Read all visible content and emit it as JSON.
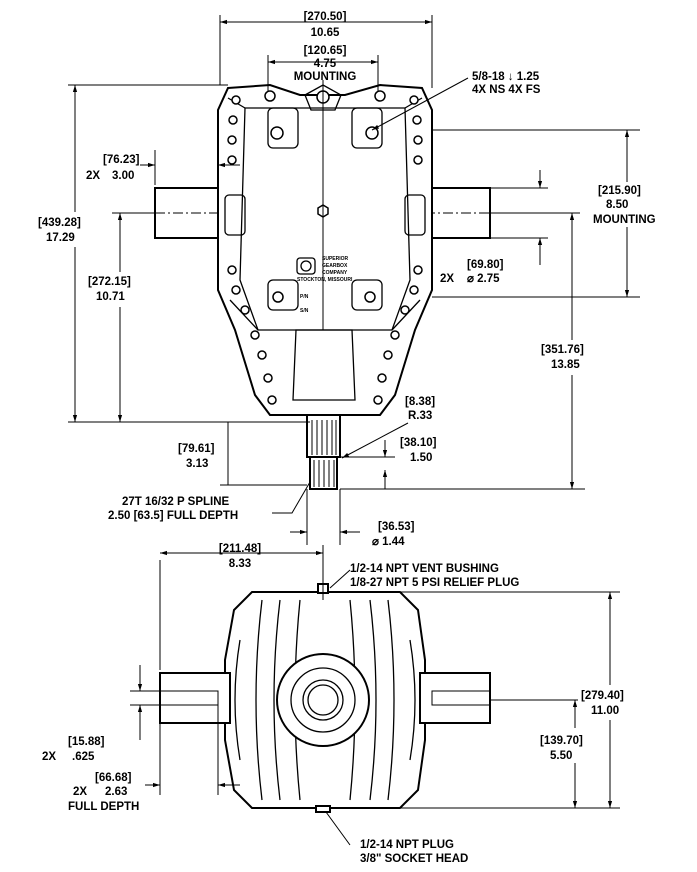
{
  "drawing": {
    "top_view": {
      "overall_width": {
        "metric": "[270.50]",
        "imperial": "10.65"
      },
      "mounting_width": {
        "metric": "[120.65]",
        "imperial": "4.75",
        "label": "MOUNTING"
      },
      "tapped_holes": {
        "line1": "5/8-18  ↓ 1.25",
        "line2": "4X NS  4X FS"
      },
      "shaft_offset": {
        "qty": "2X",
        "metric": "[76.23]",
        "imperial": "3.00"
      },
      "overall_height": {
        "metric": "[439.28]",
        "imperial": "17.29"
      },
      "shaft_height": {
        "metric": "[272.15]",
        "imperial": "10.71"
      },
      "mounting_height": {
        "metric": "[215.90]",
        "imperial": "8.50",
        "label": "MOUNTING"
      },
      "shaft_diameter": {
        "qty": "2X",
        "metric": "[69.80]",
        "imperial": "⌀ 2.75"
      },
      "output_height": {
        "metric": "[351.76]",
        "imperial": "13.85"
      },
      "radius": {
        "metric": "[8.38]",
        "imperial": "R.33"
      },
      "spline_length": {
        "metric": "[79.61]",
        "imperial": "3.13"
      },
      "step_length": {
        "metric": "[38.10]",
        "imperial": "1.50"
      },
      "spline_note": {
        "line1": "27T 16/32 P SPLINE",
        "line2": "2.50 [63.5] FULL DEPTH"
      },
      "output_diameter": {
        "metric": "[36.53]",
        "imperial": "⌀ 1.44"
      },
      "nameplate": {
        "line1": "SUPERIOR",
        "line2": "GEARBOX",
        "line3": "COMPANY",
        "line4": "STOCKTON, MISSOURI",
        "pn": "P/N",
        "sn": "S/N"
      }
    },
    "bottom_view": {
      "half_width": {
        "metric": "[211.48]",
        "imperial": "8.33"
      },
      "vent_note": {
        "line1": "1/2-14 NPT VENT BUSHING",
        "line2": "1/8-27 NPT 5 PSI RELIEF PLUG"
      },
      "key_width": {
        "qty": "2X",
        "metric": "[15.88]",
        "imperial": ".625"
      },
      "key_depth": {
        "qty": "2X",
        "metric": "[66.68]",
        "imperial": "2.63",
        "label": "FULL DEPTH"
      },
      "overall_height": {
        "metric": "[279.40]",
        "imperial": "11.00"
      },
      "shaft_height": {
        "metric": "[139.70]",
        "imperial": "5.50"
      },
      "plug_note": {
        "line1": "1/2-14 NPT PLUG",
        "line2": "3/8\" SOCKET HEAD"
      }
    }
  }
}
